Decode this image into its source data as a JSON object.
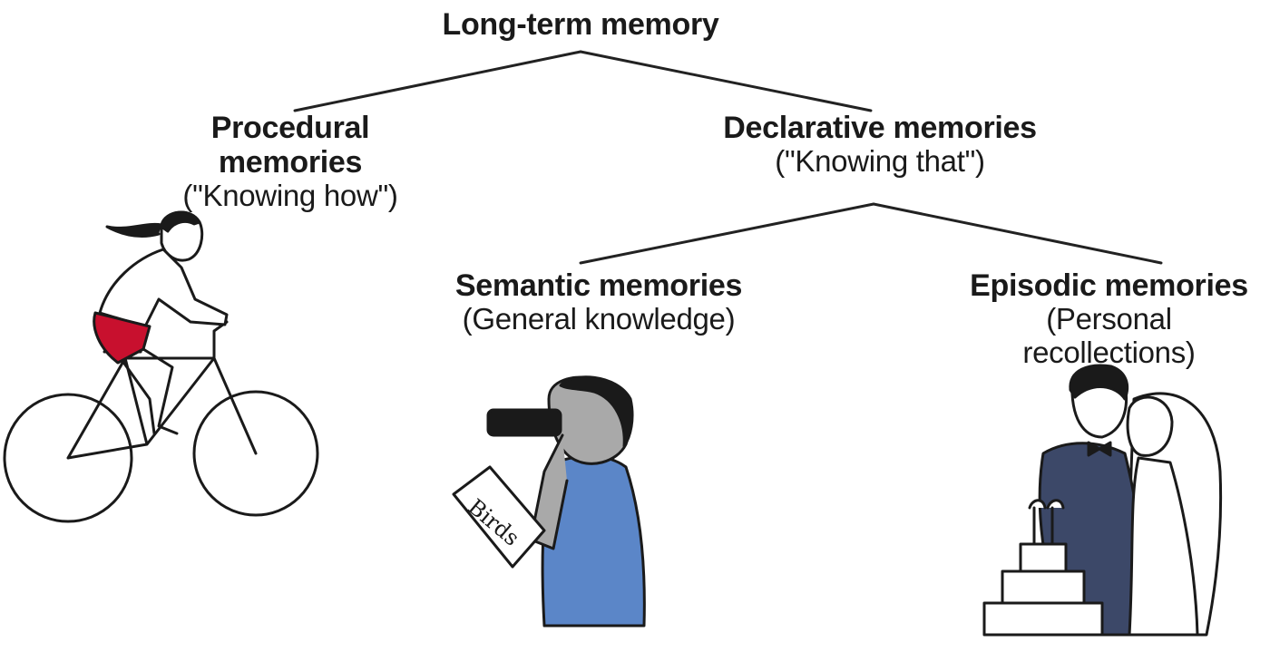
{
  "root": {
    "title": "Long-term memory"
  },
  "procedural": {
    "title_line1": "Procedural",
    "title_line2": "memories",
    "subtitle": "(\"Knowing how\")"
  },
  "declarative": {
    "title": "Declarative memories",
    "subtitle": "(\"Knowing that\")"
  },
  "semantic": {
    "title": "Semantic memories",
    "subtitle": "(General knowledge)"
  },
  "episodic": {
    "title": "Episodic memories",
    "subtitle_line1": "(Personal",
    "subtitle_line2": "recollections)"
  },
  "illustrations": {
    "cyclist": "cyclist-illustration",
    "birdwatcher": "birdwatcher-illustration",
    "book_text": "Birds",
    "wedding": "wedding-couple-illustration"
  },
  "colors": {
    "text": "#1a1a1a",
    "shorts": "#c8102e",
    "shirt_blue": "#5b86c8",
    "suit": "#3c4868",
    "skin_gray": "#a9a9a9"
  }
}
